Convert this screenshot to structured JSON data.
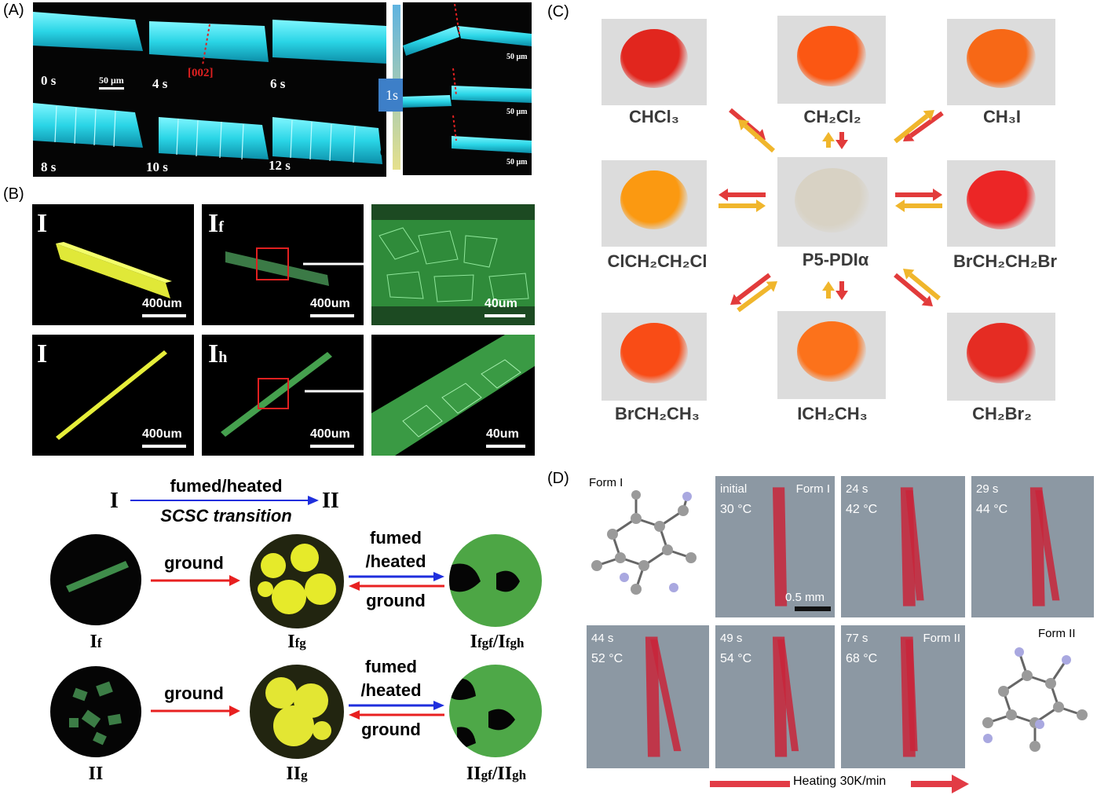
{
  "panels": {
    "a": "(A)",
    "b": "(B)",
    "c": "(C)",
    "d": "(D)"
  },
  "panel_a": {
    "times": [
      "0 s",
      "4 s",
      "6 s",
      "8 s",
      "10 s",
      "12 s"
    ],
    "direction_label": "[002]",
    "scale_main": "50 μm",
    "scale_side": "50 μm",
    "interval": "1s",
    "zero_mark": "0"
  },
  "panel_b": {
    "top_labels": [
      "I",
      "I",
      "f"
    ],
    "bottom_labels": [
      "I",
      "I",
      "h"
    ],
    "scale_400": "400um",
    "scale_40": "40um",
    "scheme": {
      "left": "I",
      "right": "II",
      "top_text": "fumed/heated",
      "bottom_text": "SCSC transition"
    },
    "row1": {
      "labels": [
        "I",
        "f",
        "I",
        "fg",
        "I",
        "fgf",
        "/I",
        "fgh"
      ],
      "ground": "ground",
      "fumed1": "fumed",
      "fumed2": "/heated",
      "ground2": "ground"
    },
    "row2": {
      "labels": [
        "II",
        "II",
        "g",
        "II",
        "gf",
        "/II",
        "gh"
      ],
      "ground": "ground",
      "fumed1": "fumed",
      "fumed2": "/heated",
      "ground2": "ground"
    }
  },
  "panel_c": {
    "center": "P5-PDIα",
    "tiles": [
      {
        "label": "CHCl₃",
        "color": "#d42a22"
      },
      {
        "label": "CH₂Cl₂",
        "color": "#ef5a1c"
      },
      {
        "label": "CH₃I",
        "color": "#ec6a20"
      },
      {
        "label": "ClCH₂CH₂Cl",
        "color": "#f39a1e"
      },
      {
        "label": "BrCH₂CH₂Br",
        "color": "#de2a2a"
      },
      {
        "label": "BrCH₂CH₃",
        "color": "#ec4f1e"
      },
      {
        "label": "ICH₂CH₃",
        "color": "#f27425"
      },
      {
        "label": "CH₂Br₂",
        "color": "#d83027"
      }
    ],
    "center_color": "#d8d2c4",
    "arrow_red": "#e23b3b",
    "arrow_yellow": "#f0b62c"
  },
  "panel_d": {
    "form1": "Form I",
    "form2": "Form II",
    "frames": [
      {
        "t": "initial",
        "temp": "30 °C",
        "tag": "Form I"
      },
      {
        "t": "24 s",
        "temp": "42 °C",
        "tag": ""
      },
      {
        "t": "29 s",
        "temp": "44 °C",
        "tag": ""
      },
      {
        "t": "44 s",
        "temp": "52 °C",
        "tag": ""
      },
      {
        "t": "49 s",
        "temp": "54 °C",
        "tag": ""
      },
      {
        "t": "77 s",
        "temp": "68 °C",
        "tag": "Form II"
      }
    ],
    "scale": "0.5 mm",
    "heating": "Heating 30K/min",
    "crystal_color": "#c8243a"
  }
}
